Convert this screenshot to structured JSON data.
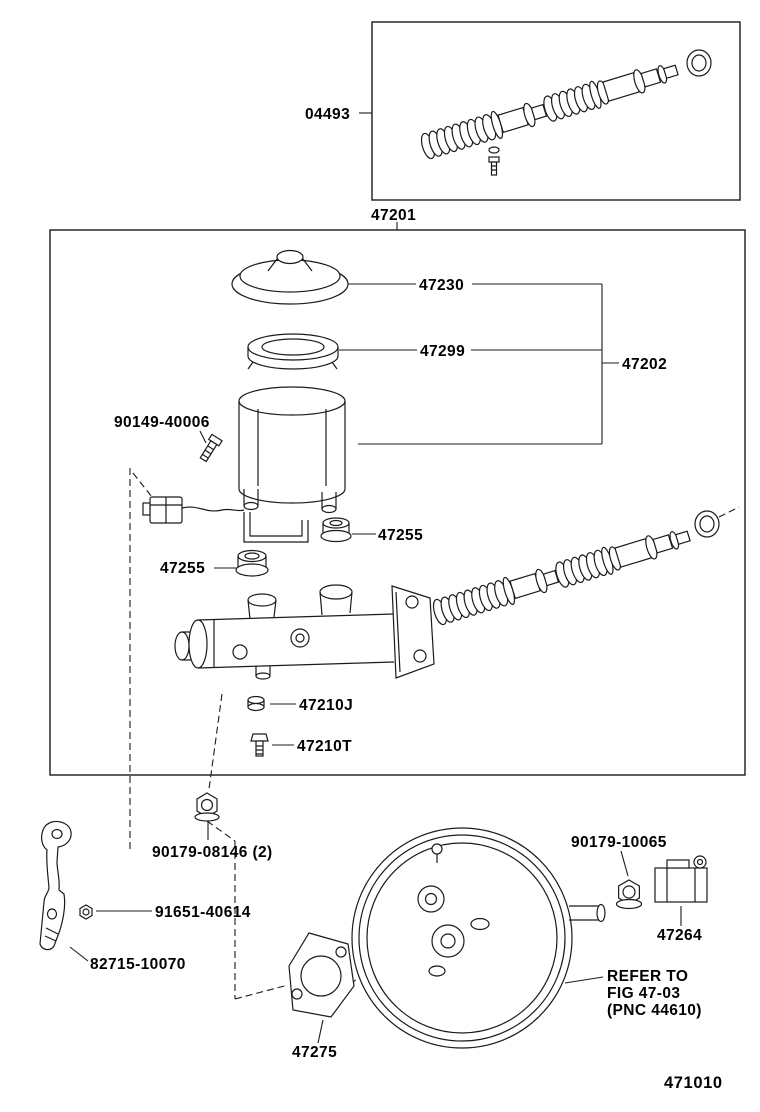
{
  "figure": {
    "code": "471010"
  },
  "labels": {
    "l04493": "04493",
    "l47201": "47201",
    "l47230": "47230",
    "l47299": "47299",
    "l47202": "47202",
    "l90149_40006": "90149-40006",
    "l47255_upper": "47255",
    "l47255_lower": "47255",
    "l47210J": "47210J",
    "l47210T": "47210T",
    "l90179_08146": "90179-08146 (2)",
    "l91651_40614": "91651-40614",
    "l82715_10070": "82715-10070",
    "l47275": "47275",
    "l90179_10065": "90179-10065",
    "l47264": "47264",
    "refer_line1": "REFER TO",
    "refer_line2": "FIG 47-03",
    "refer_line3": "(PNC 44610)"
  }
}
